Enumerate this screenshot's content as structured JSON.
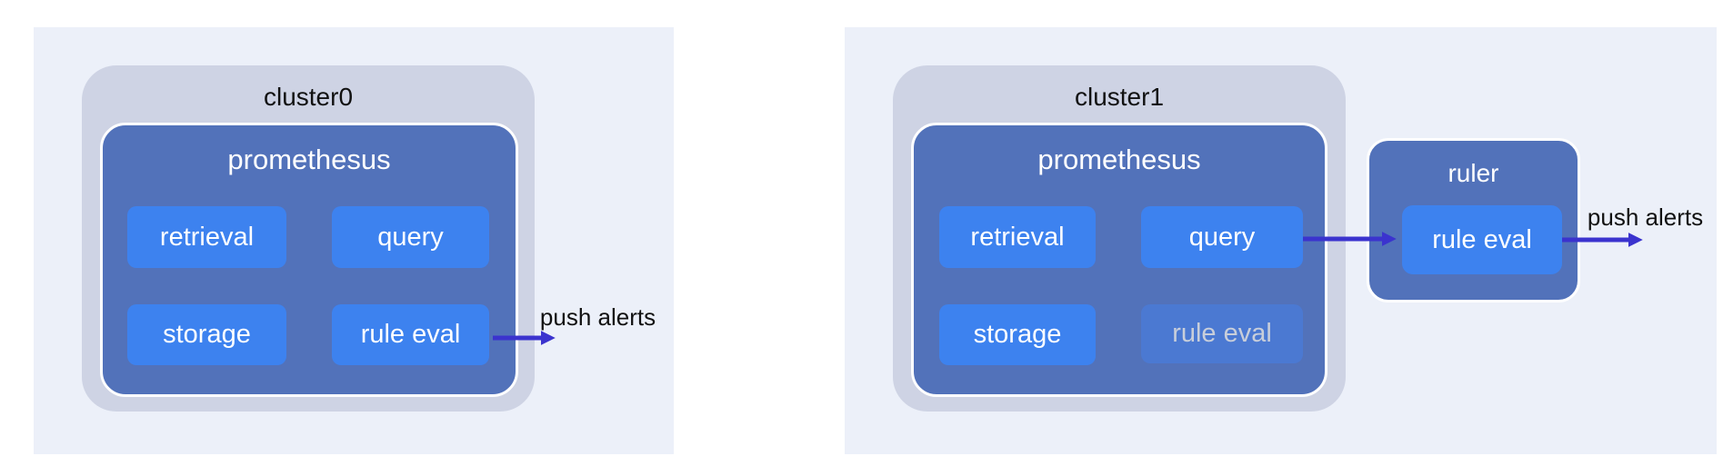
{
  "diagram": {
    "title_implicit": "prometheus rule evaluation architecture",
    "clusters": [
      {
        "label": "cluster0",
        "container_label": "promethesus",
        "components": [
          {
            "label": "retrieval",
            "state": "normal"
          },
          {
            "label": "query",
            "state": "normal"
          },
          {
            "label": "storage",
            "state": "normal"
          },
          {
            "label": "rule eval",
            "state": "normal"
          }
        ],
        "outgoing_arrow": {
          "from": "rule eval",
          "label": "push alerts"
        }
      },
      {
        "label": "cluster1",
        "container_label": "promethesus",
        "components": [
          {
            "label": "retrieval",
            "state": "normal"
          },
          {
            "label": "query",
            "state": "normal"
          },
          {
            "label": "storage",
            "state": "normal"
          },
          {
            "label": "rule eval",
            "state": "disabled"
          }
        ],
        "ruler": {
          "label": "ruler",
          "component_label": "rule eval"
        },
        "internal_arrow": {
          "from": "query",
          "to": "ruler rule eval"
        },
        "outgoing_arrow": {
          "from": "ruler rule eval",
          "label": "push alerts"
        }
      }
    ],
    "colors": {
      "page_bg": "#ffffff",
      "panel_bg": "#ecf0f9",
      "cluster_bg": "#ced3e4",
      "container_bg": "#5272ba",
      "component_bg": "#3d82ef",
      "component_disabled_bg": "#4b79d2",
      "component_disabled_text": "#c8ceda",
      "component_text": "#ffffff",
      "label_text": "#111111",
      "arrow": "#3b33ce"
    }
  }
}
